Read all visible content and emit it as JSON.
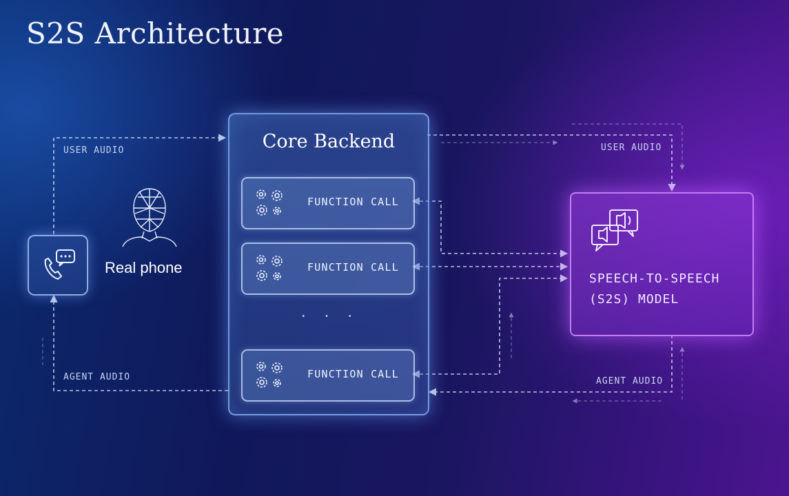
{
  "title": "S2S Architecture",
  "phone": {
    "label": "Real phone"
  },
  "flows": {
    "user_audio_left": "USER AUDIO",
    "agent_audio_left": "AGENT AUDIO",
    "user_audio_right": "USER AUDIO",
    "agent_audio_right": "AGENT AUDIO"
  },
  "core_backend": {
    "title": "Core Backend",
    "function_calls": [
      "FUNCTION CALL",
      "FUNCTION CALL",
      "FUNCTION CALL"
    ],
    "ellipsis": "· · ·"
  },
  "s2s_model": {
    "line1": "SPEECH-TO-SPEECH",
    "line2": "(S2S) MODEL"
  },
  "icons": [
    "phone-chat-icon",
    "face-wireframe-icon",
    "gears-icon",
    "speech-bubbles-icon"
  ]
}
